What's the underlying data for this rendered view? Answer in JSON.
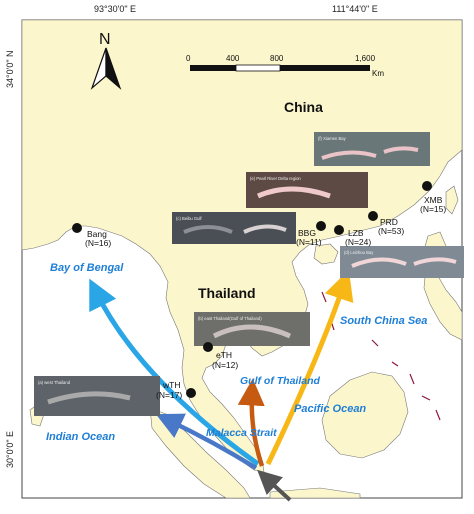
{
  "map": {
    "coords": {
      "top_left": "93°30'0\" E",
      "top_right": "111°44'0\" E",
      "left_top": "34°0'0\" N",
      "left_bottom": "30°0'0\" E"
    },
    "north_label": "N",
    "scale": {
      "ticks": [
        "0",
        "400",
        "800",
        "1,600"
      ],
      "unit": "Km"
    },
    "countries": {
      "china": "China",
      "thailand": "Thailand"
    },
    "water_bodies": {
      "bay_of_bengal": "Bay of Bengal",
      "south_china_sea": "South China Sea",
      "gulf_of_thailand": "Gulf of Thailand",
      "pacific_ocean": "Pacific Ocean",
      "indian_ocean": "Indian Ocean",
      "malacca_strait": "Malacca Strait"
    },
    "sites": [
      {
        "code": "Bang",
        "n": "(N=16)"
      },
      {
        "code": "BBG",
        "n": "(N=11)"
      },
      {
        "code": "LZB",
        "n": "(N=24)"
      },
      {
        "code": "PRD",
        "n": "(N=53)"
      },
      {
        "code": "XMB",
        "n": "(N=15)"
      },
      {
        "code": "eTH",
        "n": "(N=12)"
      },
      {
        "code": "wTH",
        "n": "(N=17)"
      }
    ],
    "photos": [
      {
        "caption": "(f) Xiamen Bay"
      },
      {
        "caption": "(e) Pearl River Delta region"
      },
      {
        "caption": "(c) Beibu Gulf"
      },
      {
        "caption": "(d) Leizhou Bay"
      },
      {
        "caption": "(b) east Thailand(Gulf of Thailand)"
      },
      {
        "caption": "(a) west Thailand"
      }
    ],
    "colors": {
      "land": "#fbf6cc",
      "sea": "#ffffff",
      "arrow_blue": "#2aa6e6",
      "arrow_yellow": "#f7b817",
      "arrow_orange": "#c65a10",
      "arrow_steel": "#4a78c8",
      "arrow_dark": "#555555"
    }
  }
}
